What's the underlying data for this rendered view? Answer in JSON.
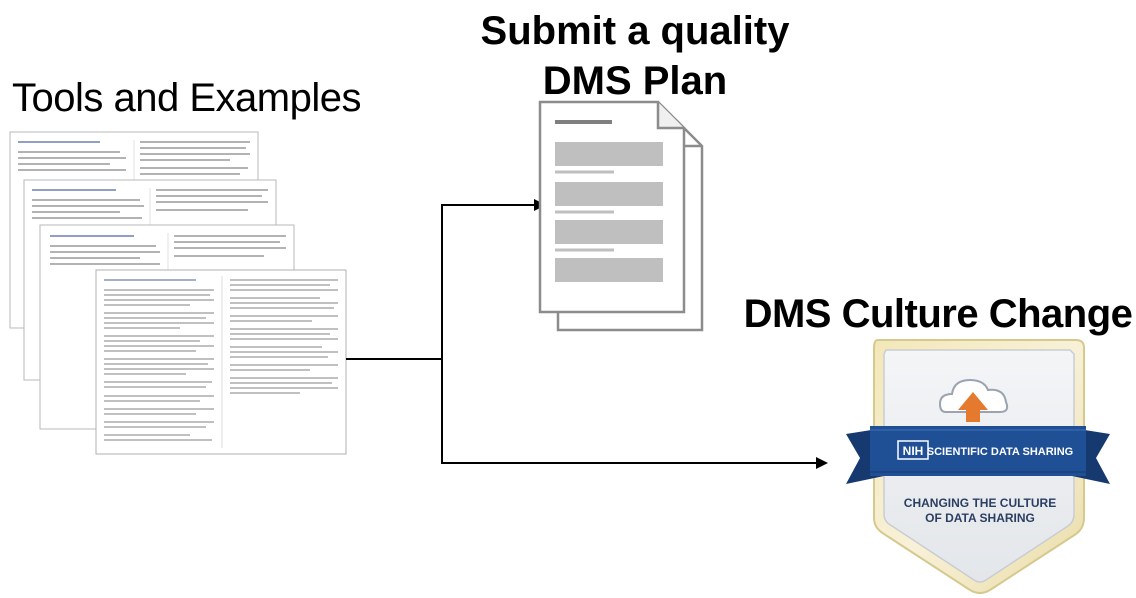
{
  "headings": {
    "tools": "Tools and Examples",
    "plan_line1": "Submit a quality",
    "plan_line2": "DMS Plan",
    "culture": "DMS Culture Change"
  },
  "badge": {
    "ribbon_logo": "NIH",
    "ribbon_text": "SCIENTIFIC DATA SHARING",
    "line1": "CHANGING THE CULTURE",
    "line2": "OF DATA SHARING",
    "icon": "cloud-upload-icon",
    "colors": {
      "ribbon": "#1f4f95",
      "ribbon_dark": "#163a70",
      "arrow": "#e57a2e",
      "text": "#2b3f63",
      "frame": "#c9cdd3"
    }
  },
  "colors": {
    "arrow": "#000000",
    "doc_bar": "#bfbfbf",
    "doc_line": "#7f7f7f"
  }
}
